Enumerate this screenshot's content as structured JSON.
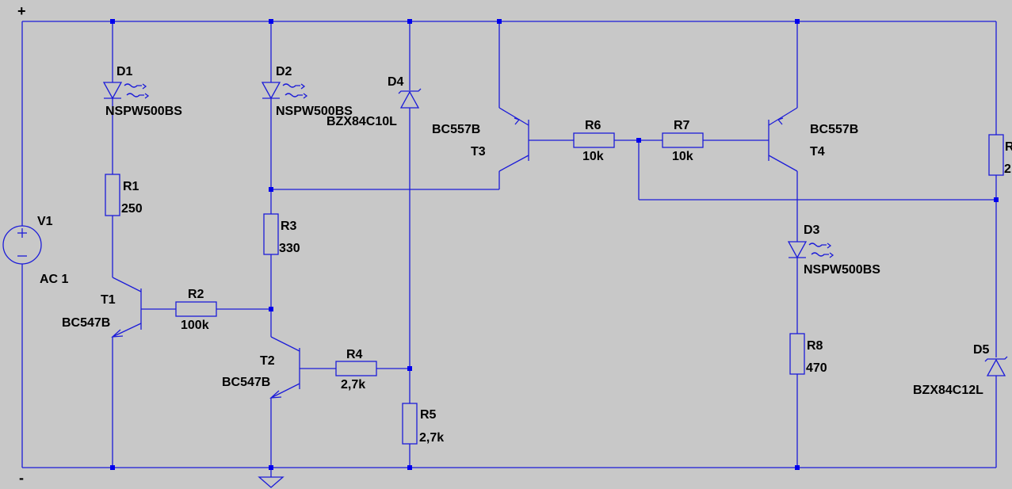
{
  "rails": {
    "plus": "+",
    "minus": "-"
  },
  "colors": {
    "background": "#c8c8c8",
    "wire": "#1c1cd8",
    "node": "#0000ee",
    "text": "#000000"
  },
  "components": {
    "V1": {
      "name": "V1",
      "value": "AC 1"
    },
    "D1": {
      "name": "D1",
      "value": "NSPW500BS"
    },
    "D2": {
      "name": "D2",
      "value": "NSPW500BS"
    },
    "D3": {
      "name": "D3",
      "value": "NSPW500BS"
    },
    "D4": {
      "name": "D4",
      "value": "BZX84C10L"
    },
    "D5": {
      "name": "D5",
      "value": "BZX84C12L"
    },
    "R1": {
      "name": "R1",
      "value": "250"
    },
    "R2": {
      "name": "R2",
      "value": "100k"
    },
    "R3": {
      "name": "R3",
      "value": "330"
    },
    "R4": {
      "name": "R4",
      "value": "2,7k"
    },
    "R5": {
      "name": "R5",
      "value": "2,7k"
    },
    "R6": {
      "name": "R6",
      "value": "10k"
    },
    "R7": {
      "name": "R7",
      "value": "10k"
    },
    "R8": {
      "name": "R8",
      "value": "470"
    },
    "R9": {
      "name": "R",
      "value": "2"
    },
    "T1": {
      "name": "T1",
      "value": "BC547B"
    },
    "T2": {
      "name": "T2",
      "value": "BC547B"
    },
    "T3": {
      "name": "T3",
      "value": "BC557B"
    },
    "T4": {
      "name": "T4",
      "value": "BC557B"
    }
  }
}
